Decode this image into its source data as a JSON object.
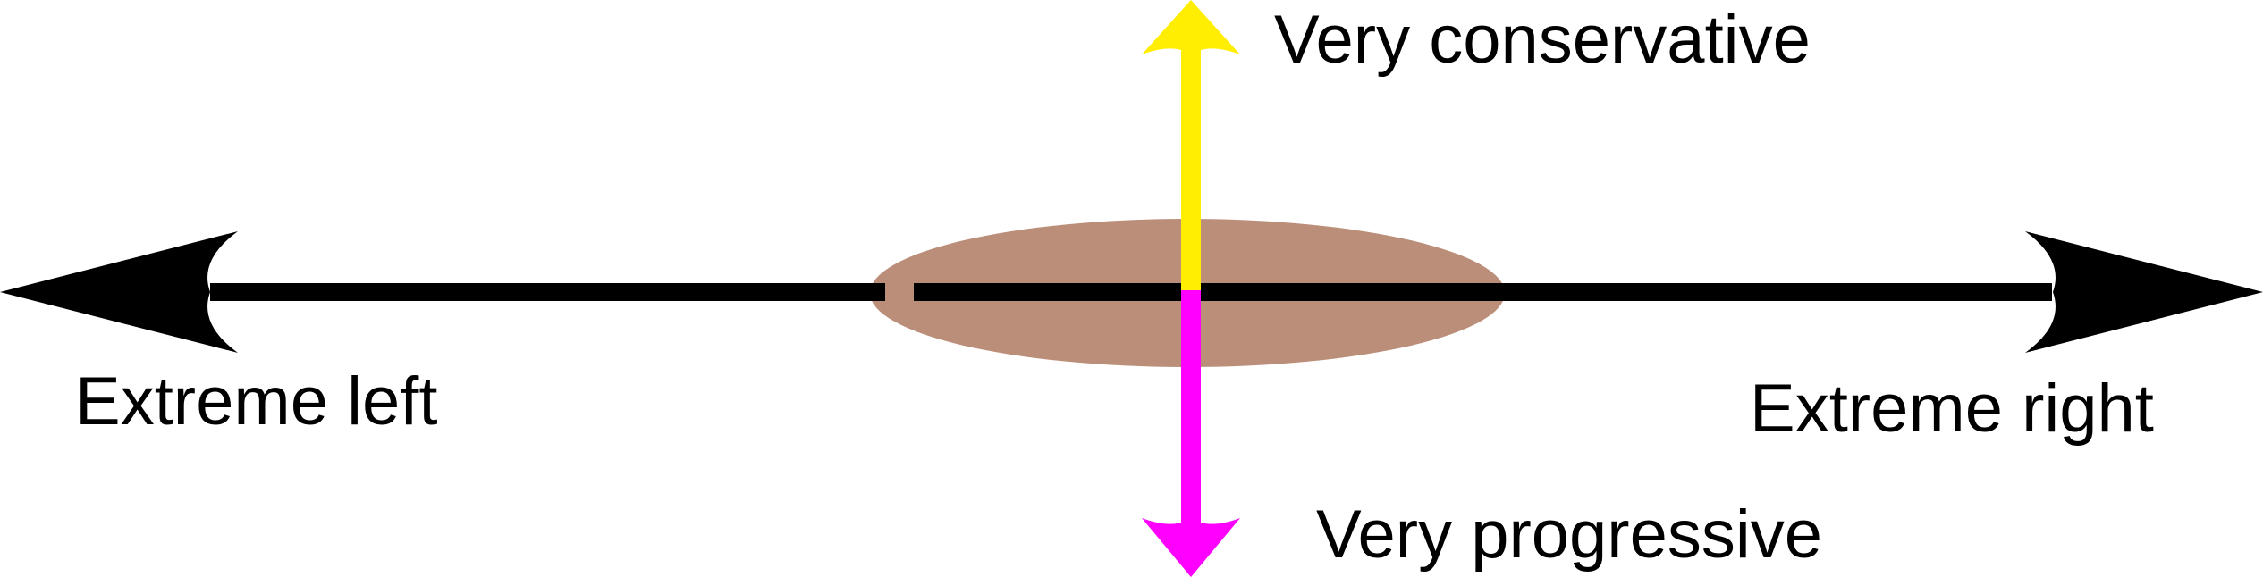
{
  "labels": {
    "left": "Extreme left",
    "right": "Extreme right",
    "top": "Very conservative",
    "bottom": "Very progressive"
  },
  "colors": {
    "horizontal_axis": "#000000",
    "conservative_arrow": "#ffee00",
    "progressive_arrow": "#ff00ff",
    "center_ellipse": "#bb8e7a",
    "background": "#ffffff"
  }
}
